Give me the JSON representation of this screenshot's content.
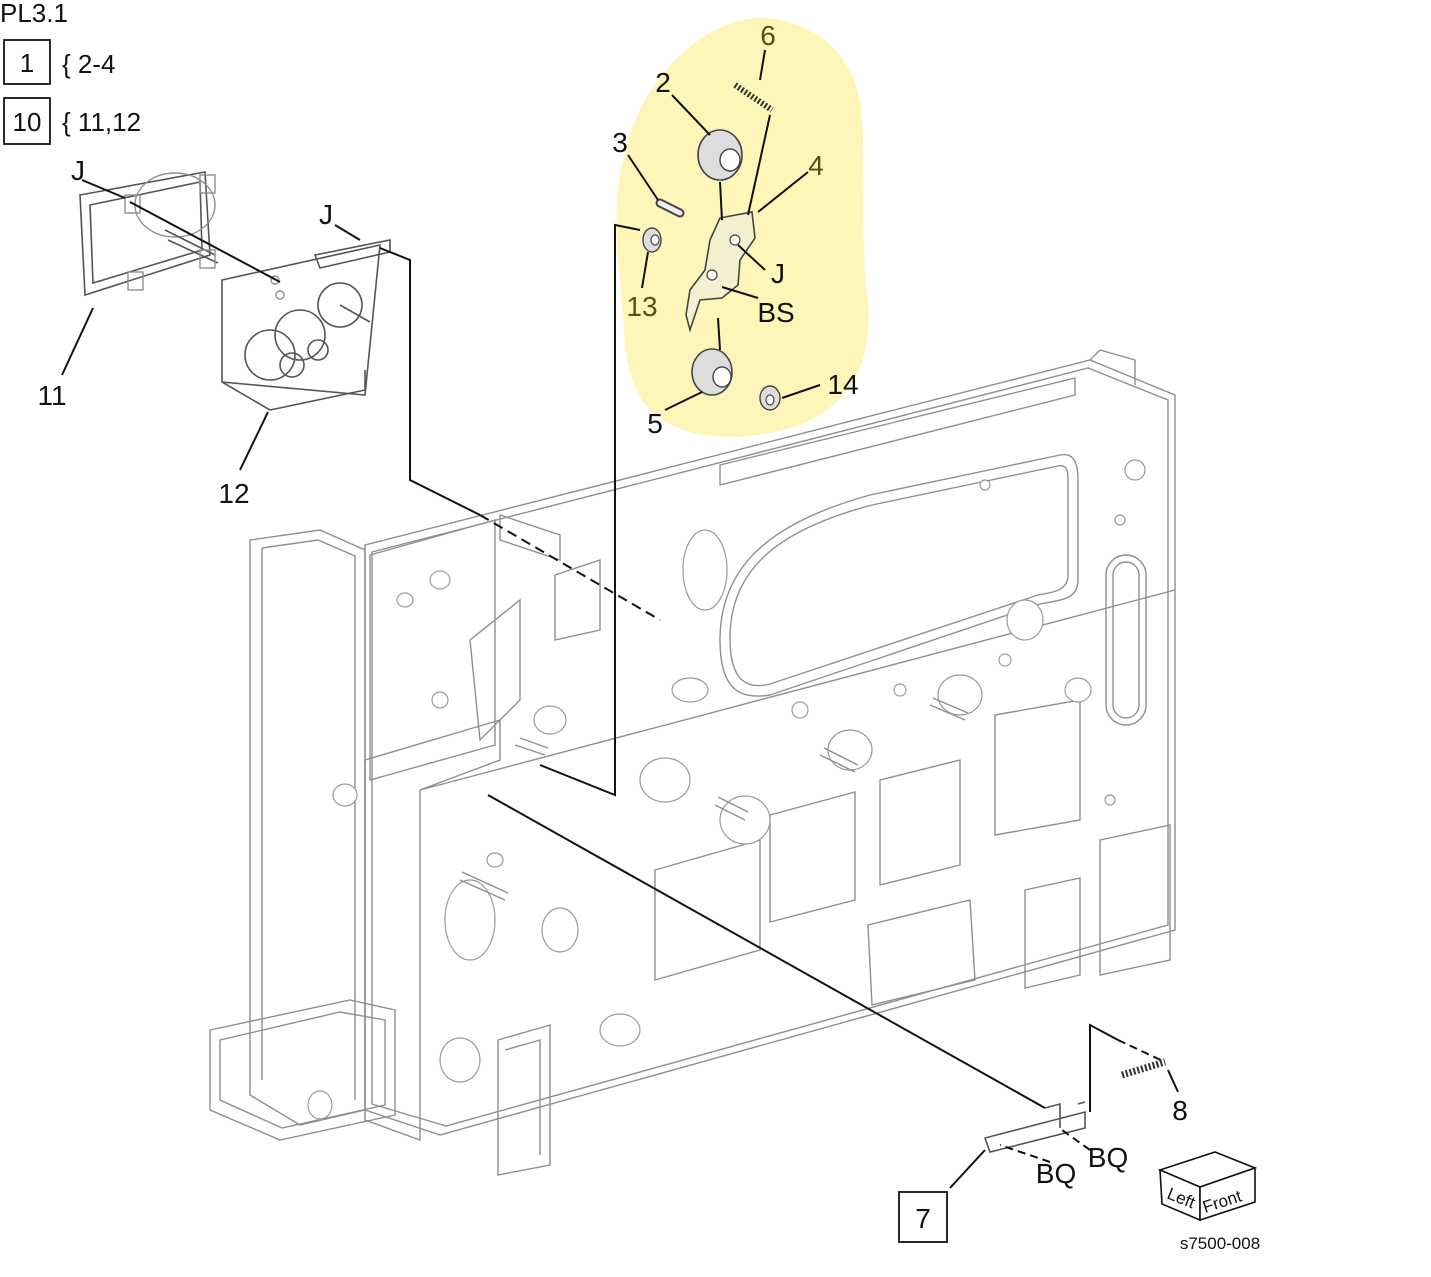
{
  "figure": {
    "title": "PL3.1",
    "figure_id": "s7500-008",
    "highlight_color": "#fdf6b8"
  },
  "legend": [
    {
      "box": "1",
      "text": "{ 2-4"
    },
    {
      "box": "10",
      "text": "{ 11,12"
    }
  ],
  "callouts": {
    "c2": "2",
    "c3": "3",
    "c4": "4",
    "c5": "5",
    "c6": "6",
    "c13": "13",
    "c14": "14",
    "cJ_assembly": "J",
    "cBS": "BS",
    "c11": "11",
    "c12": "12",
    "cJ_bracket11": "J",
    "cJ_bracket12": "J",
    "c7": "7",
    "c8": "8",
    "cBQ_1": "BQ",
    "cBQ_2": "BQ"
  },
  "orientation_cube": {
    "left": "Left",
    "front": "Front"
  }
}
